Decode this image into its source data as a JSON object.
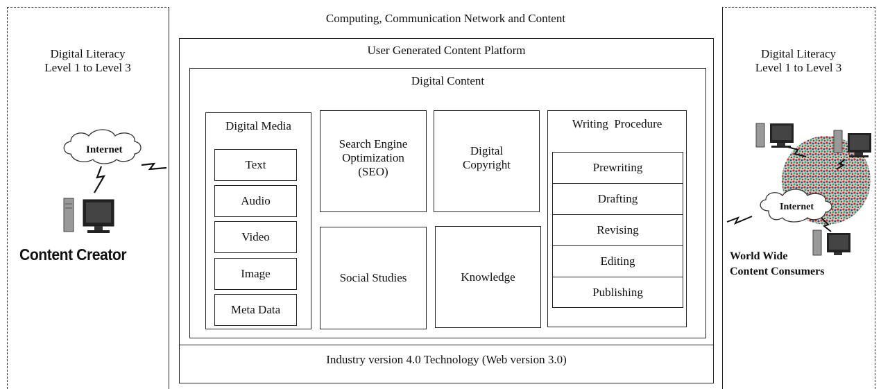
{
  "outer": {
    "title": "Computing, Communication Network and Content",
    "footer": "Industry version 4.0 Technology (Web version 3.0)"
  },
  "platform": {
    "title": "User Generated Content Platform"
  },
  "content": {
    "title": "Digital Content"
  },
  "media": {
    "title": "Digital Media",
    "items": [
      "Text",
      "Audio",
      "Video",
      "Image",
      "Meta Data"
    ]
  },
  "seo": {
    "line1": "Search Engine",
    "line2": "Optimization",
    "line3": "(SEO)"
  },
  "copyright": {
    "line1": "Digital",
    "line2": "Copyright"
  },
  "social": {
    "label": "Social Studies"
  },
  "knowledge": {
    "label": "Knowledge"
  },
  "writing": {
    "title": "Writing  Procedure",
    "steps": [
      "Prewriting",
      "Drafting",
      "Revising",
      "Editing",
      "Publishing"
    ]
  },
  "left": {
    "literacy_line1": "Digital Literacy",
    "literacy_line2": "Level 1 to Level 3",
    "cloud_label": "Internet",
    "creator_label": "Content Creator"
  },
  "right": {
    "literacy_line1": "Digital Literacy",
    "literacy_line2": "Level 1 to Level 3",
    "cloud_label": "Internet",
    "consumer_line1": "World Wide",
    "consumer_line2": "Content Consumers"
  }
}
